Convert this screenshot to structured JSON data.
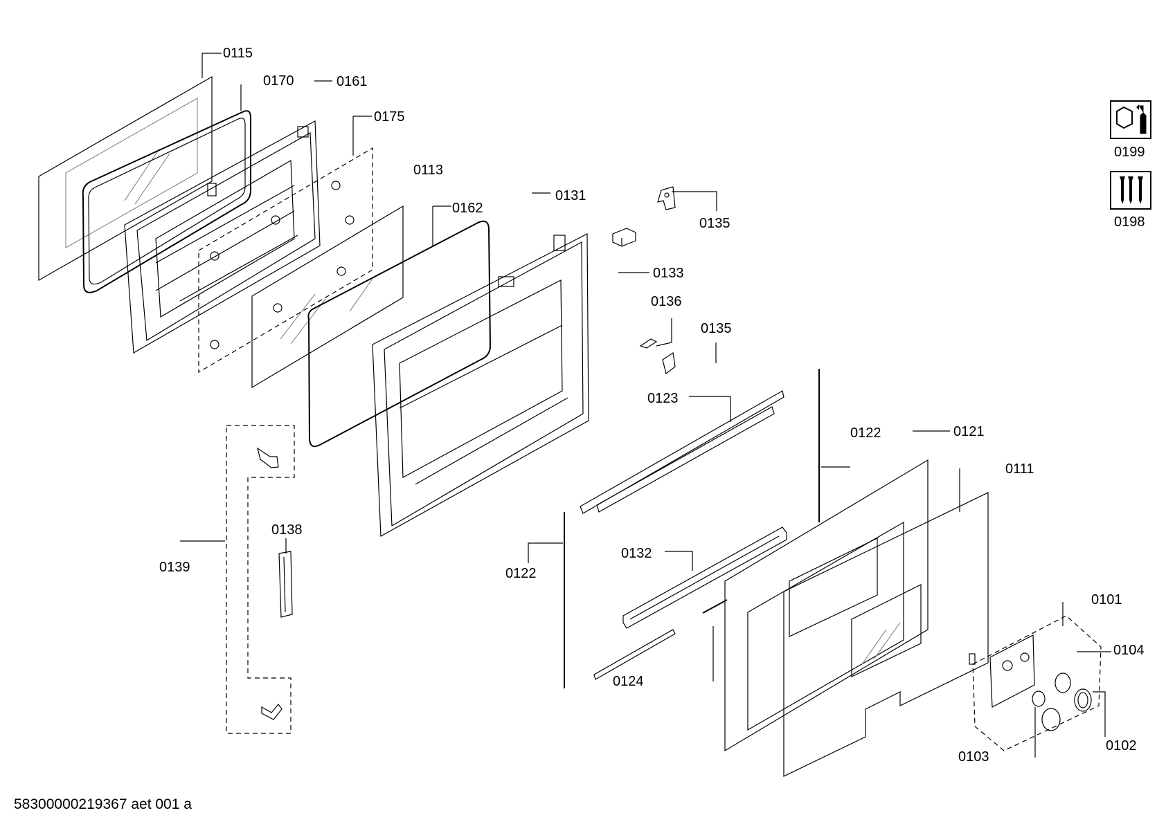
{
  "parts": {
    "p0115": "0115",
    "p0170": "0170",
    "p0161": "0161",
    "p0175": "0175",
    "p0113": "0113",
    "p0131": "0131",
    "p0162": "0162",
    "p0135a": "0135",
    "p0133": "0133",
    "p0136": "0136",
    "p0135b": "0135",
    "p0123": "0123",
    "p0122a": "0122",
    "p0121": "0121",
    "p0111": "0111",
    "p0139": "0139",
    "p0138": "0138",
    "p0122b": "0122",
    "p0132": "0132",
    "p0124": "0124",
    "p0101": "0101",
    "p0104": "0104",
    "p0102": "0102",
    "p0103": "0103",
    "p0199": "0199",
    "p0198": "0198"
  },
  "icons": {
    "service_tools": "wrench-nut-icon",
    "screws": "screws-icon"
  },
  "footer": {
    "drawing_id": "58300000219367 aet 001 a"
  }
}
